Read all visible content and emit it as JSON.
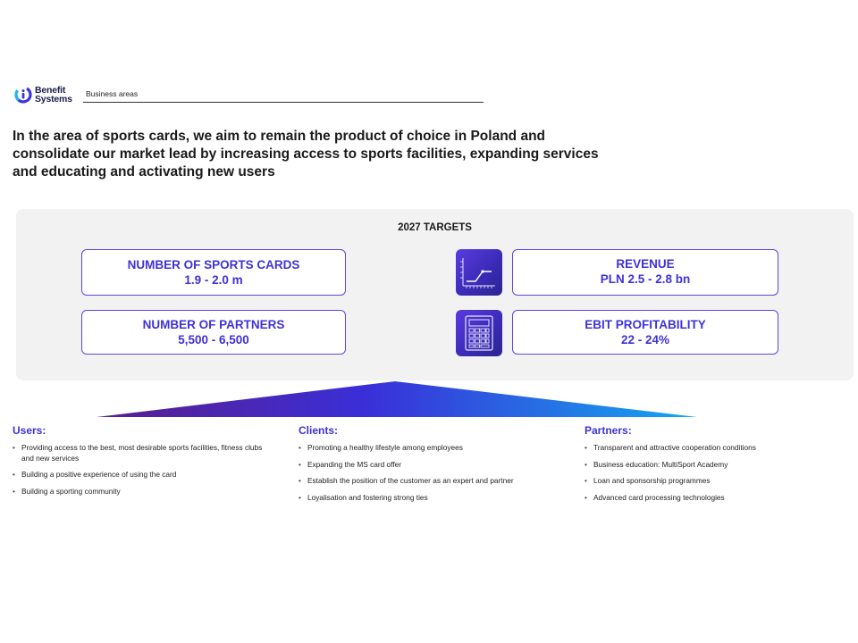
{
  "header": {
    "logo_line1": "Benefit",
    "logo_line2": "Systems",
    "section_label": "Business areas"
  },
  "headline": "In the area of sports cards, we aim to remain the product of choice in Poland and consolidate our market lead by increasing access to sports facilities, expanding services and educating and activating new users",
  "targets": {
    "title": "2027 TARGETS",
    "cards": [
      {
        "label": "NUMBER OF SPORTS CARDS",
        "value": "1.9 - 2.0 m"
      },
      {
        "label": "NUMBER OF PARTNERS",
        "value": "5,500 - 6,500"
      },
      {
        "label": "REVENUE",
        "value": "PLN 2.5 - 2.8 bn"
      },
      {
        "label": "EBIT PROFITABILITY",
        "value": "22 - 24%"
      }
    ],
    "icons": [
      "chart-growth-icon",
      "calculator-icon"
    ]
  },
  "colors": {
    "accent": "#3f32d6",
    "card_border": "#5b46e0",
    "panel_bg": "#f2f2f3",
    "gradient_start": "#5a1e8c",
    "gradient_end": "#14a8ee"
  },
  "columns": [
    {
      "title": "Users:",
      "items": [
        "Providing access to the best, most desirable sports facilities, fitness clubs and new services",
        "Building a positive experience of using the card",
        "Building a sporting community"
      ]
    },
    {
      "title": "Clients:",
      "items": [
        "Promoting a healthy lifestyle among employees",
        "Expanding the MS card offer",
        "Establish the position of the customer as an expert and partner",
        "Loyalisation and fostering strong ties"
      ]
    },
    {
      "title": "Partners:",
      "items": [
        "Transparent and attractive cooperation conditions",
        "Business education: MultiSport Academy",
        "Loan and sponsorship programmes",
        "Advanced card processing technologies"
      ]
    }
  ]
}
